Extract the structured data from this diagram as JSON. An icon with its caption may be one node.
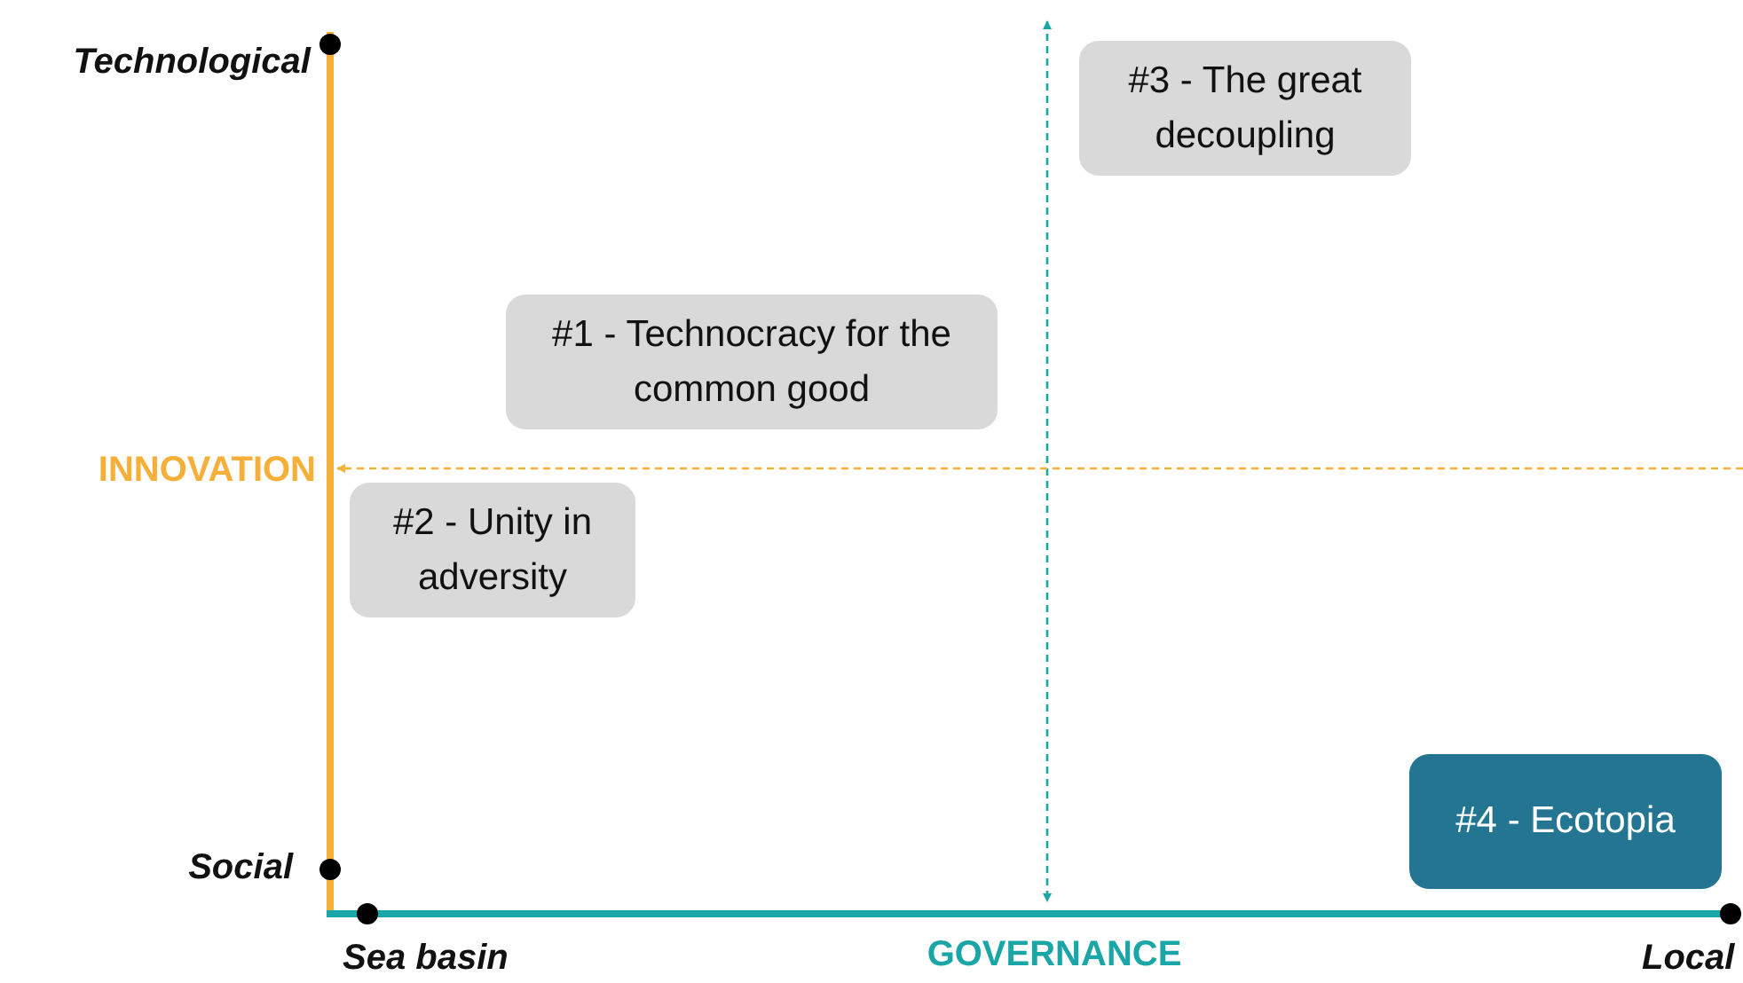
{
  "diagram": {
    "nodes": [
      {
        "text": [
          "#1 - Technocracy for the common good"
        ]
      },
      {
        "text": [
          "#2 - Unity in adversity"
        ]
      },
      {
        "text": [
          "#3 - The great decoupling"
        ]
      },
      {
        "text": [
          "#4 - Ecotopia"
        ]
      }
    ],
    "labels": [
      "Technological",
      "INNOVATION",
      "Social",
      "Sea basin",
      "GOVERNANCE",
      "Local"
    ]
  }
}
